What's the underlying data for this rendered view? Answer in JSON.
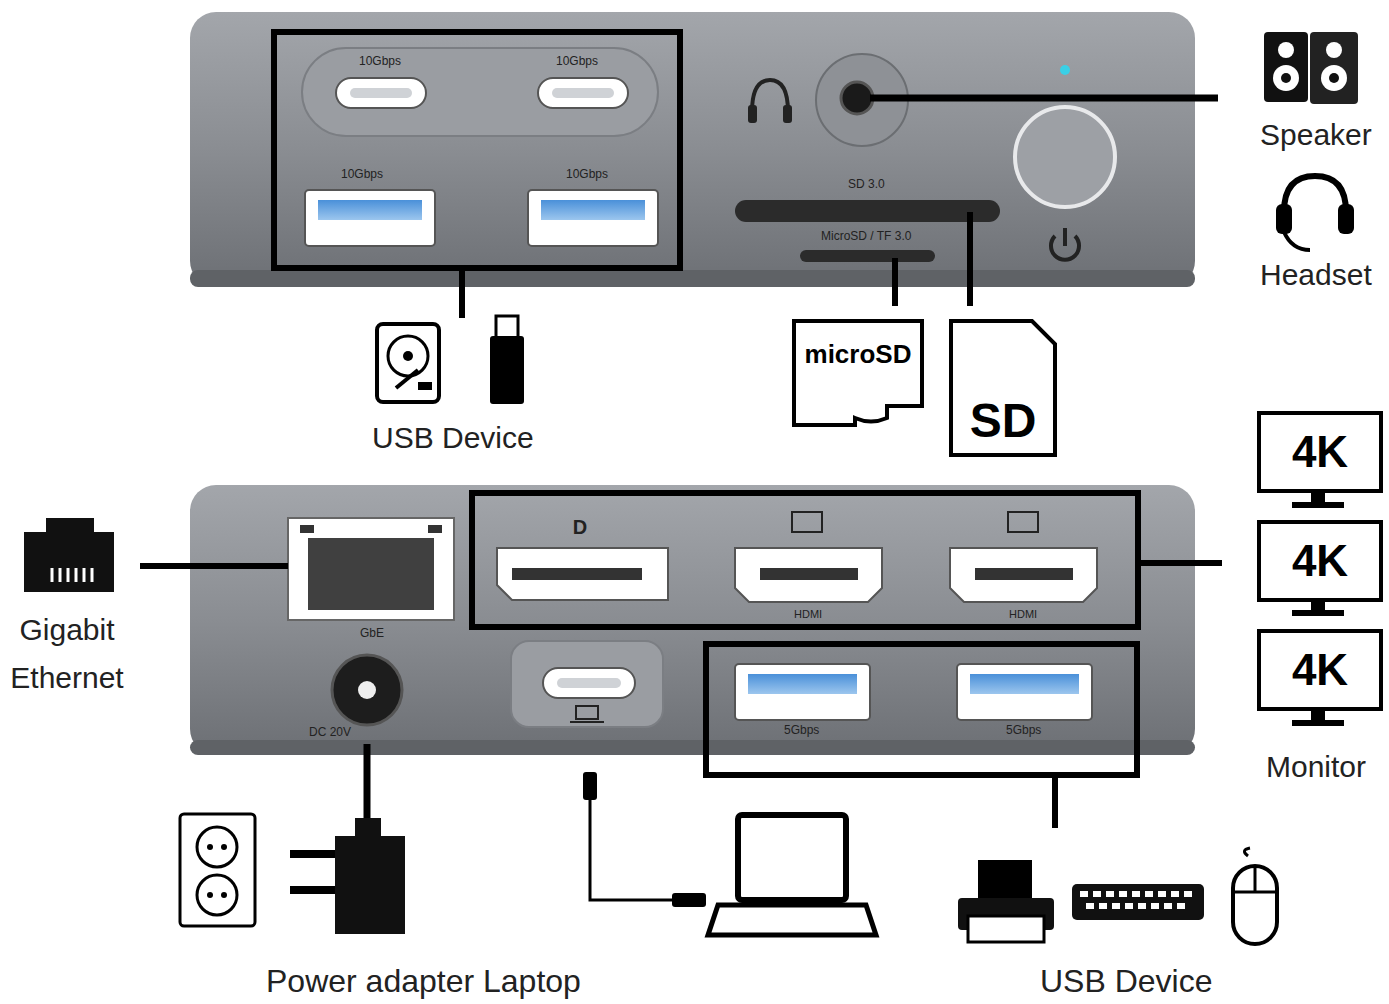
{
  "diagram": {
    "nodes": [
      {
        "text": [
          "microSD"
        ]
      },
      {
        "text": [
          "SD"
        ]
      },
      {
        "text": [
          "4K"
        ]
      },
      {
        "text": [
          "4K"
        ]
      },
      {
        "text": [
          "4K"
        ]
      }
    ],
    "labels": [
      "10Gbps",
      "10Gbps",
      "10Gbps",
      "10Gbps",
      "SD 3.0",
      "MicroSD / TF 3.0",
      "Speaker",
      "Headset",
      "USB Device",
      "Gigabit Ethernet",
      "GbE",
      "DC 20V",
      "HDMI",
      "HDMI",
      "5Gbps",
      "5Gbps",
      "Monitor",
      "Power adapter Laptop",
      "USB Device"
    ]
  }
}
